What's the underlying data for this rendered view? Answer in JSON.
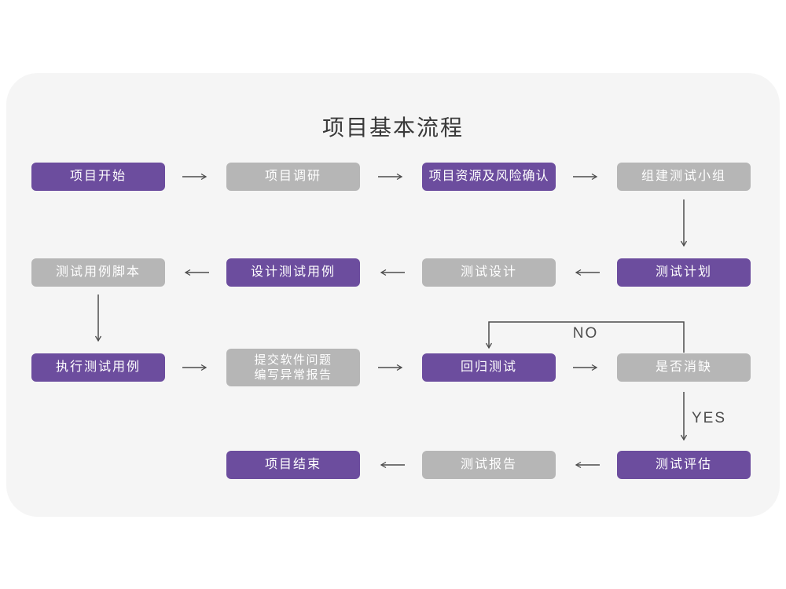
{
  "title": "项目基本流程",
  "colors": {
    "purple": "#6c4d9e",
    "gray": "#b6b6b6",
    "card-bg": "#f5f5f5",
    "page-bg": "#ffffff",
    "arrow": "#4d4d4d",
    "title-color": "#3a3a3a",
    "box-text": "#ffffff"
  },
  "flowchart": {
    "nodes": {
      "project_start": {
        "label": "项目开始",
        "style": "purple"
      },
      "project_research": {
        "label": "项目调研",
        "style": "gray"
      },
      "project_resources": {
        "label": "项目资源及风险确认",
        "style": "purple"
      },
      "build_test_team": {
        "label": "组建测试小组",
        "style": "gray"
      },
      "test_case_script": {
        "label": "测试用例脚本",
        "style": "gray"
      },
      "design_test_case": {
        "label": "设计测试用例",
        "style": "purple"
      },
      "test_design": {
        "label": "测试设计",
        "style": "gray"
      },
      "test_plan": {
        "label": "测试计划",
        "style": "purple"
      },
      "execute_test_case": {
        "label": "执行测试用例",
        "style": "purple"
      },
      "submit_issues": {
        "label": "提交软件问题\n编写异常报告",
        "style": "gray"
      },
      "regression_test": {
        "label": "回归测试",
        "style": "purple"
      },
      "defect_check": {
        "label": "是否消缺",
        "style": "gray"
      },
      "project_end": {
        "label": "项目结束",
        "style": "purple"
      },
      "test_report": {
        "label": "测试报告",
        "style": "gray"
      },
      "test_evaluation": {
        "label": "测试评估",
        "style": "purple"
      }
    },
    "branch_labels": {
      "no": "NO",
      "yes": "YES"
    }
  }
}
